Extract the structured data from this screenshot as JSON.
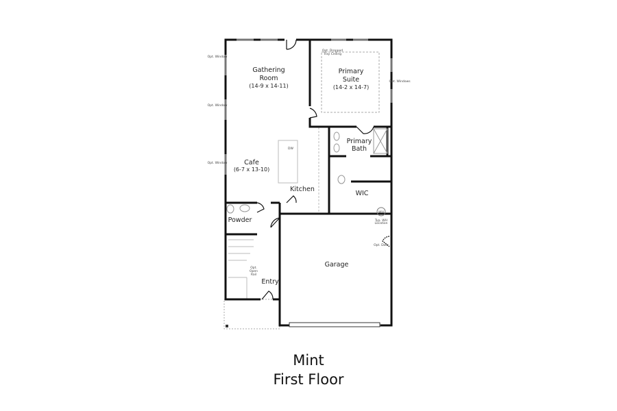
{
  "plan": {
    "rooms": {
      "gathering": {
        "name_line1": "Gathering",
        "name_line2": "Room",
        "dims": "(14-9 x 14-11)"
      },
      "primary_suite": {
        "name_line1": "Primary",
        "name_line2": "Suite",
        "dims": "(14-2 x 14-7)"
      },
      "primary_bath": {
        "name_line1": "Primary",
        "name_line2": "Bath"
      },
      "cafe": {
        "name": "Cafe",
        "dims": "(6-7 x 13-10)"
      },
      "kitchen": {
        "name": "Kitchen"
      },
      "wic": {
        "name": "WIC"
      },
      "powder": {
        "name": "Powder"
      },
      "entry": {
        "name": "Entry"
      },
      "garage": {
        "name": "Garage"
      }
    },
    "notes": {
      "opt_window": "Opt. Window",
      "opt_windows": "Opt. Windows",
      "tray_ceiling_line1": "Opt. Dropped",
      "tray_ceiling_line2": "Tray Ceiling",
      "dw": "DW",
      "wh": "WH",
      "wh_location_line1": "Typ. WH",
      "wh_location_line2": "Location",
      "opt_door": "Opt. Door",
      "opt_open_rail_line1": "Opt.",
      "opt_open_rail_line2": "Open",
      "opt_open_rail_line3": "Rail"
    }
  },
  "caption": {
    "title": "Mint",
    "subtitle": "First Floor"
  }
}
